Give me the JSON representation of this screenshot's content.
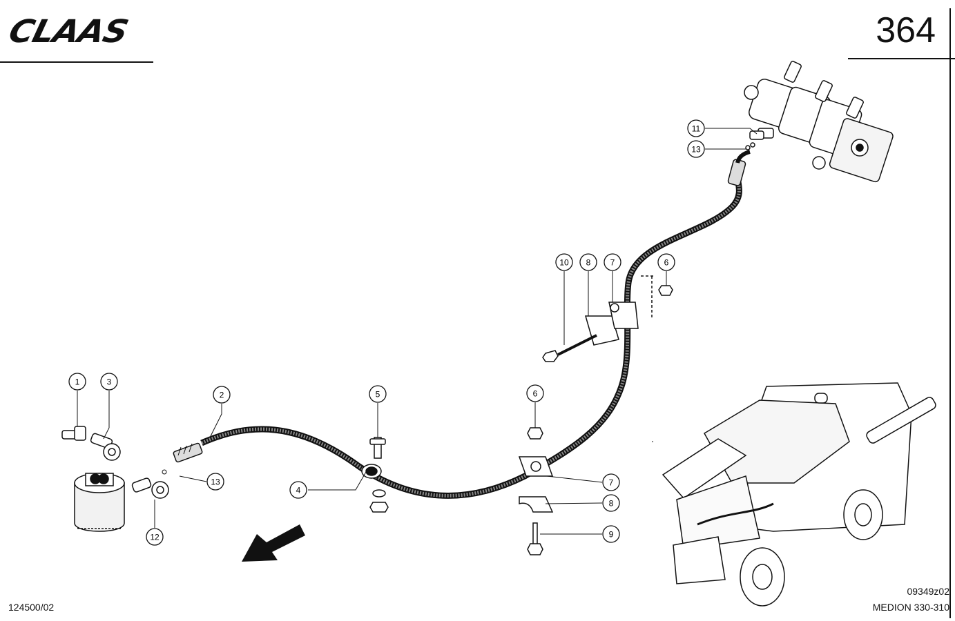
{
  "header": {
    "brand": "CLAAS",
    "page_number": "364"
  },
  "footer": {
    "drawing_code": "124500/02",
    "figure_code": "09349z02",
    "model": "MEDION 330-310"
  },
  "callouts": [
    {
      "id": "c1",
      "label": "1"
    },
    {
      "id": "c3",
      "label": "3"
    },
    {
      "id": "c2",
      "label": "2"
    },
    {
      "id": "c5",
      "label": "5"
    },
    {
      "id": "c6a",
      "label": "6"
    },
    {
      "id": "c10",
      "label": "10"
    },
    {
      "id": "c8a",
      "label": "8"
    },
    {
      "id": "c7a",
      "label": "7"
    },
    {
      "id": "c6b",
      "label": "6"
    },
    {
      "id": "c11",
      "label": "11"
    },
    {
      "id": "c13a",
      "label": "13"
    },
    {
      "id": "c13b",
      "label": "13"
    },
    {
      "id": "c4",
      "label": "4"
    },
    {
      "id": "c12",
      "label": "12"
    },
    {
      "id": "c7b",
      "label": "7"
    },
    {
      "id": "c8b",
      "label": "8"
    },
    {
      "id": "c9",
      "label": "9"
    }
  ],
  "icons": {
    "direction": "arrow-icon",
    "machine": "combine-harvester-icon"
  }
}
